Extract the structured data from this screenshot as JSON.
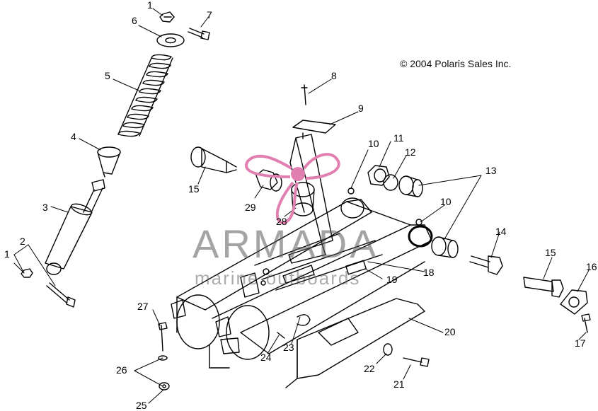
{
  "copyright": "© 2004 Polaris Sales Inc.",
  "watermark": {
    "brand": "ARMADA",
    "tagline": "marine outboards",
    "logo_color": "#e07fb0"
  },
  "callouts": [
    "1",
    "7",
    "6",
    "5",
    "8",
    "9",
    "4",
    "10",
    "11",
    "12",
    "13",
    "15",
    "29",
    "28",
    "3",
    "10",
    "14",
    "2",
    "1",
    "15",
    "19",
    "18",
    "16",
    "27",
    "20",
    "23",
    "24",
    "26",
    "22",
    "17",
    "21",
    "25"
  ]
}
